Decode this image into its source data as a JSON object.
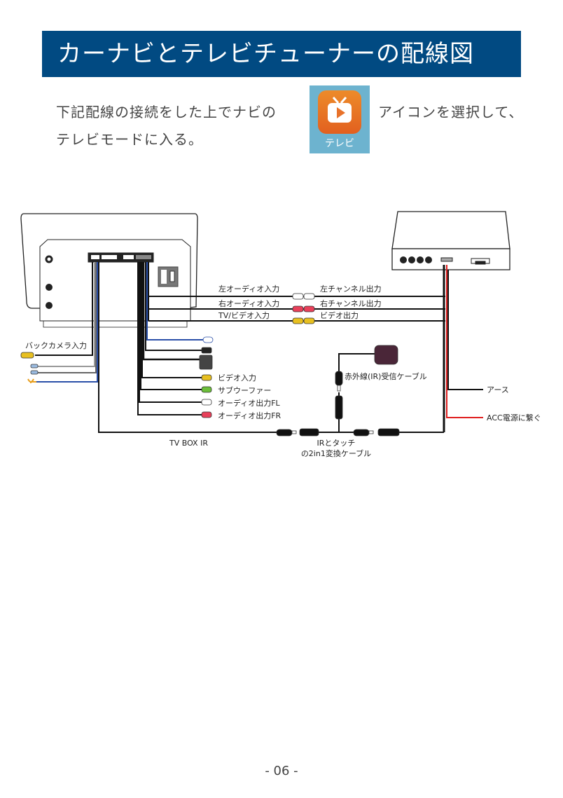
{
  "title": "カーナビとテレビチューナーの配線図",
  "instruction": {
    "line1_before": "下記配線の接続をした上でナビの",
    "line1_after": "アイコンを選択して、",
    "line2": "テレビモードに入る。",
    "app_icon_label": "テレビ",
    "app_icon": "tv-play-icon"
  },
  "diagram": {
    "wires_top": {
      "left_audio_in": "左オーディオ入力",
      "right_audio_in": "右オーディオ入力",
      "tv_video_in": "TV/ビデオ入力",
      "left_channel_out": "左チャンネル出力",
      "right_channel_out": "右チャンネル出力",
      "video_out": "ビデオ出力"
    },
    "back_camera_in": "バックカメラ入力",
    "rca_outputs": [
      "ビデオ入力",
      "サブウーファー",
      "オーディオ出力FL",
      "オーディオ出力FR"
    ],
    "ir_cable": "赤外線(IR)受信ケーブル",
    "ground": "アース",
    "acc": "ACC電源に繋ぐ",
    "tv_box_ir": "TV BOX IR",
    "converter_line1": "IRとタッチ",
    "converter_line2": "の2in1変換ケーブル"
  },
  "page_number": "- 06 -",
  "colors": {
    "banner": "#014a82",
    "icon_bg": "#6db3cf",
    "icon_orange": "#e8722a",
    "red_wire": "#e02020",
    "blue_wire": "#2a4fa8"
  }
}
